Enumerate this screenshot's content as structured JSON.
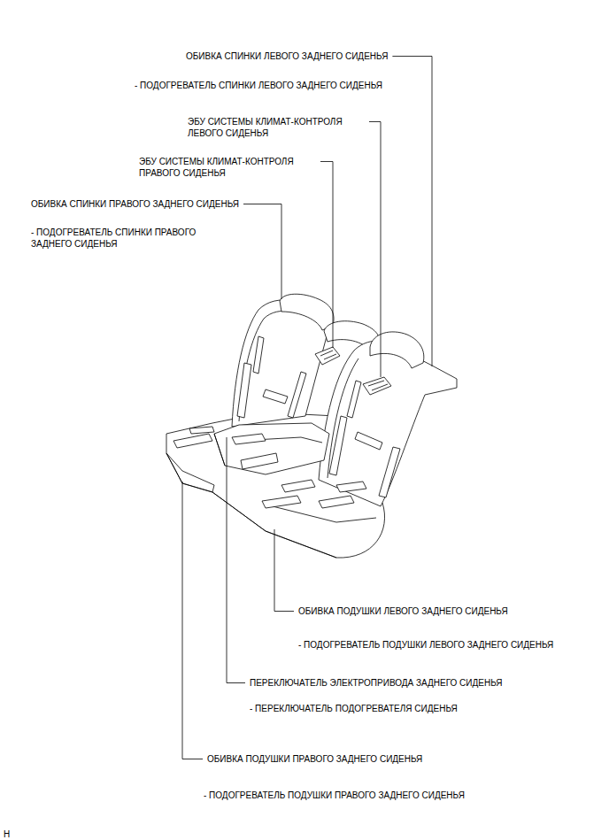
{
  "diagram": {
    "labels": [
      "ОБИВКА СПИНКИ ЛЕВОГО ЗАДНЕГО СИДЕНЬЯ",
      "- ПОДОГРЕВАТЕЛЬ СПИНКИ ЛЕВОГО ЗАДНЕГО СИДЕНЬЯ",
      "ЭБУ СИСТЕМЫ КЛИМАТ-КОНТРОЛЯ ЛЕВОГО СИДЕНЬЯ",
      "ЭБУ СИСТЕМЫ КЛИМАТ-КОНТРОЛЯ ПРАВОГО СИДЕНЬЯ",
      "ОБИВКА СПИНКИ ПРАВОГО ЗАДНЕГО СИДЕНЬЯ",
      "- ПОДОГРЕВАТЕЛЬ СПИНКИ ПРАВОГО ЗАДНЕГО СИДЕНЬЯ",
      "ОБИВКА ПОДУШКИ ЛЕВОГО ЗАДНЕГО СИДЕНЬЯ",
      "- ПОДОГРЕВАТЕЛЬ ПОДУШКИ ЛЕВОГО ЗАДНЕГО СИДЕНЬЯ",
      "ПЕРЕКЛЮЧАТЕЛЬ ЭЛЕКТРОПРИВОДА ЗАДНЕГО СИДЕНЬЯ",
      "- ПЕРЕКЛЮЧАТЕЛЬ ПОДОГРЕВАТЕЛЯ СИДЕНЬЯ",
      "ОБИВКА ПОДУШКИ ПРАВОГО ЗАДНЕГО СИДЕНЬЯ",
      "- ПОДОГРЕВАТЕЛЬ ПОДУШКИ ПРАВОГО ЗАДНЕГО СИДЕНЬЯ",
      "H"
    ]
  }
}
